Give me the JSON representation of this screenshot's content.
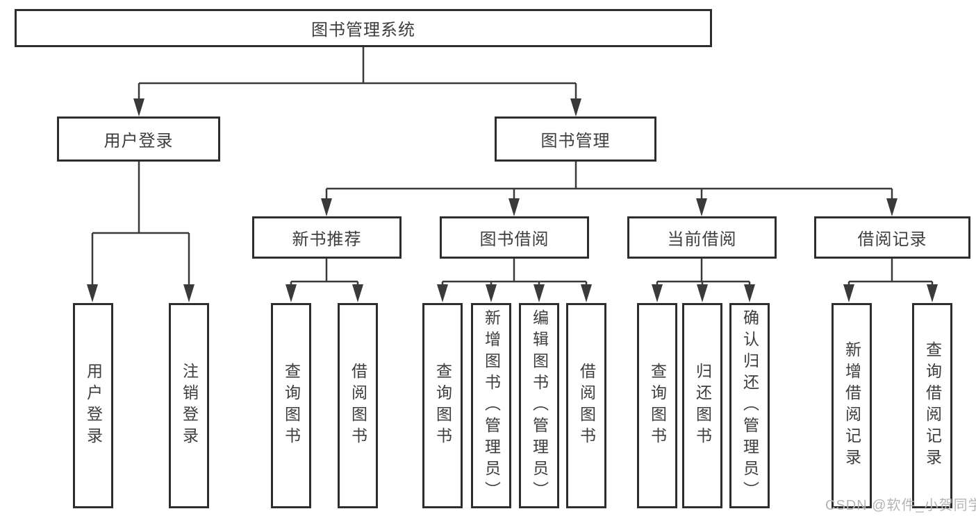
{
  "diagram": {
    "title": "图书管理系统",
    "branches": {
      "user_login": {
        "label": "用户登录",
        "children": [
          "用户登录",
          "注销登录"
        ]
      },
      "book_management": {
        "label": "图书管理",
        "sections": {
          "new_books": {
            "label": "新书推荐",
            "children": [
              "查询图书",
              "借阅图书"
            ]
          },
          "book_borrow": {
            "label": "图书借阅",
            "children": [
              "查询图书",
              "新增图书（管理员）",
              "编辑图书（管理员）",
              "借阅图书"
            ]
          },
          "current_borrow": {
            "label": "当前借阅",
            "children": [
              "查询图书",
              "归还图书",
              "确认归还（管理员）"
            ]
          },
          "borrow_records": {
            "label": "借阅记录",
            "children": [
              "新增借阅记录",
              "查询借阅记录"
            ]
          }
        }
      }
    },
    "colors": {
      "line": "#3a3a3a",
      "border": "#2d2d2d",
      "text": "#3d3d3d",
      "background": "#ffffff",
      "watermark": "#b5b5b5"
    }
  },
  "watermark": {
    "text": "CSDN @软件_小贺同学"
  }
}
